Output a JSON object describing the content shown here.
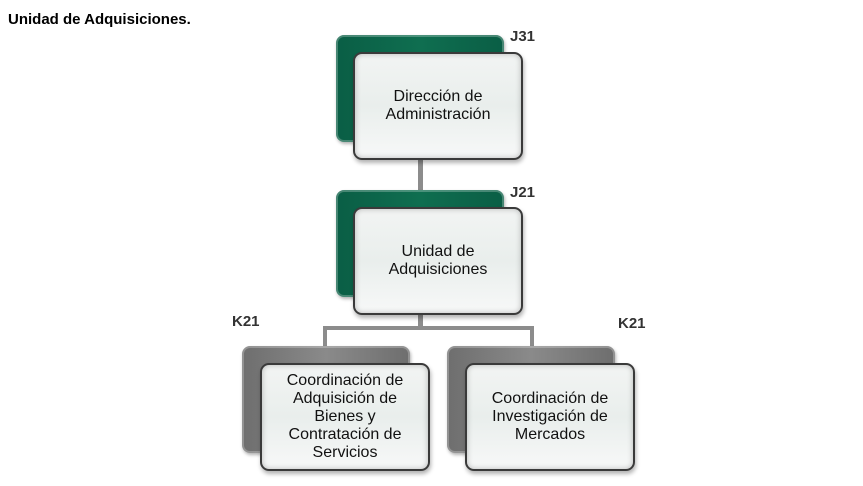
{
  "title": "Unidad de Adquisiciones.",
  "nodes": {
    "direccion": {
      "code": "J31",
      "label": "Dirección de Administración"
    },
    "unidad": {
      "code": "J21",
      "label": "Unidad de Adquisiciones"
    },
    "coord_bienes": {
      "code": "K21",
      "label": "Coordinación de Adquisición de Bienes y Contratación de Servicios"
    },
    "coord_mercados": {
      "code": "K21",
      "label": "Coordinación de Investigación de Mercados"
    }
  },
  "colors": {
    "director": "#0f6e50",
    "coordination": "#808080"
  }
}
